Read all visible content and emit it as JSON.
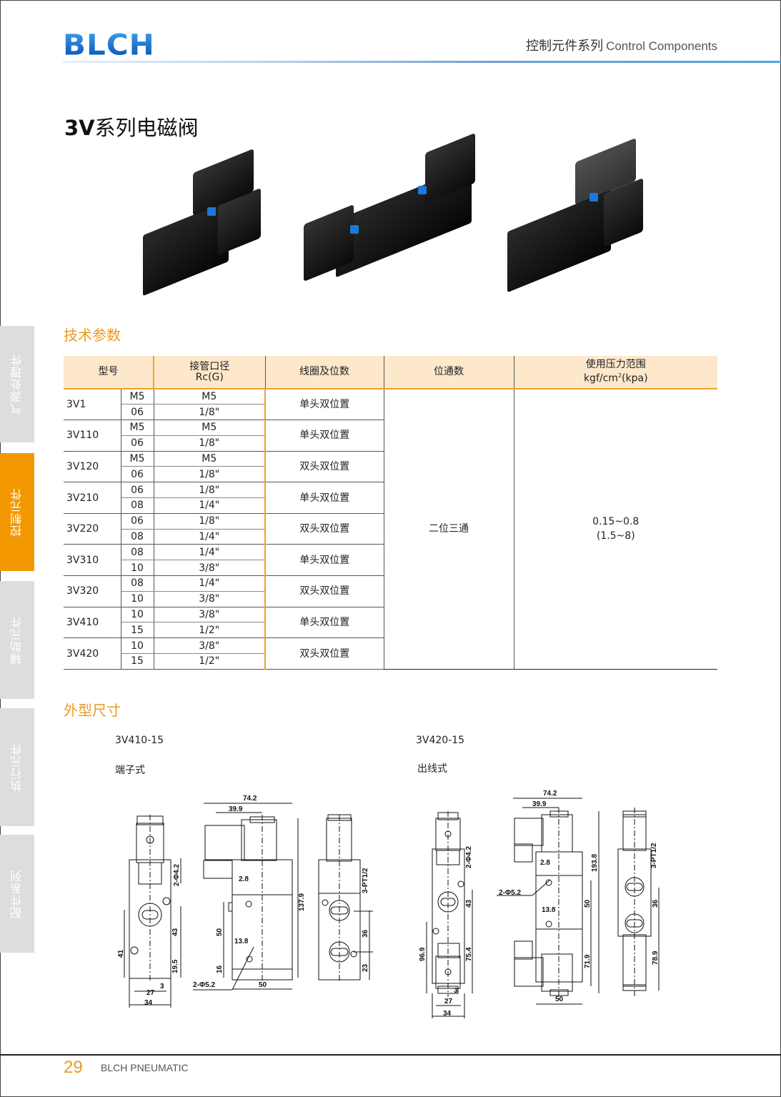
{
  "header": {
    "logo": "BLCH",
    "title_cn": "控制元件系列",
    "title_en": "Control Components"
  },
  "page_title": {
    "bold": "3V",
    "rest": "系列电磁阀"
  },
  "sidebar": {
    "tabs": [
      {
        "label": "气源处理件",
        "active": false
      },
      {
        "label": "控制元件",
        "active": true
      },
      {
        "label": "辅助元件",
        "active": false
      },
      {
        "label": "执行元件",
        "active": false
      },
      {
        "label": "配件系列",
        "active": false
      }
    ]
  },
  "specs": {
    "section_title": "技术参数",
    "headers": {
      "model": "型号",
      "port_line1": "接管口径",
      "port_line2": "Rc(G)",
      "coil": "线圈及位数",
      "way": "位通数",
      "pressure_line1": "使用压力范围",
      "pressure_line2_a": "kgf/cm",
      "pressure_line2_sup": "2",
      "pressure_line2_b": "(kpa)"
    },
    "rows": [
      {
        "model": "3V1",
        "sizes": [
          "M5",
          "06"
        ],
        "ports": [
          "M5",
          "1/8\""
        ],
        "coil": "单头双位置"
      },
      {
        "model": "3V110",
        "sizes": [
          "M5",
          "06"
        ],
        "ports": [
          "M5",
          "1/8\""
        ],
        "coil": "单头双位置"
      },
      {
        "model": "3V120",
        "sizes": [
          "M5",
          "06"
        ],
        "ports": [
          "M5",
          "1/8\""
        ],
        "coil": "双头双位置"
      },
      {
        "model": "3V210",
        "sizes": [
          "06",
          "08"
        ],
        "ports": [
          "1/8\"",
          "1/4\""
        ],
        "coil": "单头双位置"
      },
      {
        "model": "3V220",
        "sizes": [
          "06",
          "08"
        ],
        "ports": [
          "1/8\"",
          "1/4\""
        ],
        "coil": "双头双位置"
      },
      {
        "model": "3V310",
        "sizes": [
          "08",
          "10"
        ],
        "ports": [
          "1/4\"",
          "3/8\""
        ],
        "coil": "单头双位置"
      },
      {
        "model": "3V320",
        "sizes": [
          "08",
          "10"
        ],
        "ports": [
          "1/4\"",
          "3/8\""
        ],
        "coil": "双头双位置"
      },
      {
        "model": "3V410",
        "sizes": [
          "10",
          "15"
        ],
        "ports": [
          "3/8\"",
          "1/2\""
        ],
        "coil": "单头双位置"
      },
      {
        "model": "3V420",
        "sizes": [
          "10",
          "15"
        ],
        "ports": [
          "3/8\"",
          "1/2\""
        ],
        "coil": "双头双位置"
      }
    ],
    "way": "二位三通",
    "pressure_line1": "0.15~0.8",
    "pressure_line2": "(1.5~8)"
  },
  "dimensions": {
    "section_title": "外型尺寸",
    "left": {
      "model": "3V410-15",
      "type": "端子式",
      "labels": [
        "74.2",
        "39.9",
        "2.8",
        "137.9",
        "2-Φ4.2",
        "43",
        "41",
        "19.5",
        "3",
        "27",
        "34",
        "50",
        "13.8",
        "16",
        "2-Φ5.2",
        "50",
        "3-PT1/2",
        "36",
        "23"
      ]
    },
    "right": {
      "model": "3V420-15",
      "type": "出线式",
      "labels": [
        "74.2",
        "39.9",
        "2.8",
        "193.8",
        "2-Φ4.2",
        "2-Φ5.2",
        "43",
        "96.9",
        "75.4",
        "3",
        "27",
        "34",
        "50",
        "13.8",
        "71.9",
        "50",
        "3-PT1/2",
        "36",
        "78.9"
      ]
    }
  },
  "footer": {
    "page_number": "29",
    "brand": "BLCH PNEUMATIC"
  },
  "colors": {
    "accent_orange": "#f39800",
    "section_orange": "#ec9a1e",
    "table_header_bg": "#fde8cc",
    "logo_blue": "#1569c7",
    "sidebar_gray": "#dcdddd"
  }
}
